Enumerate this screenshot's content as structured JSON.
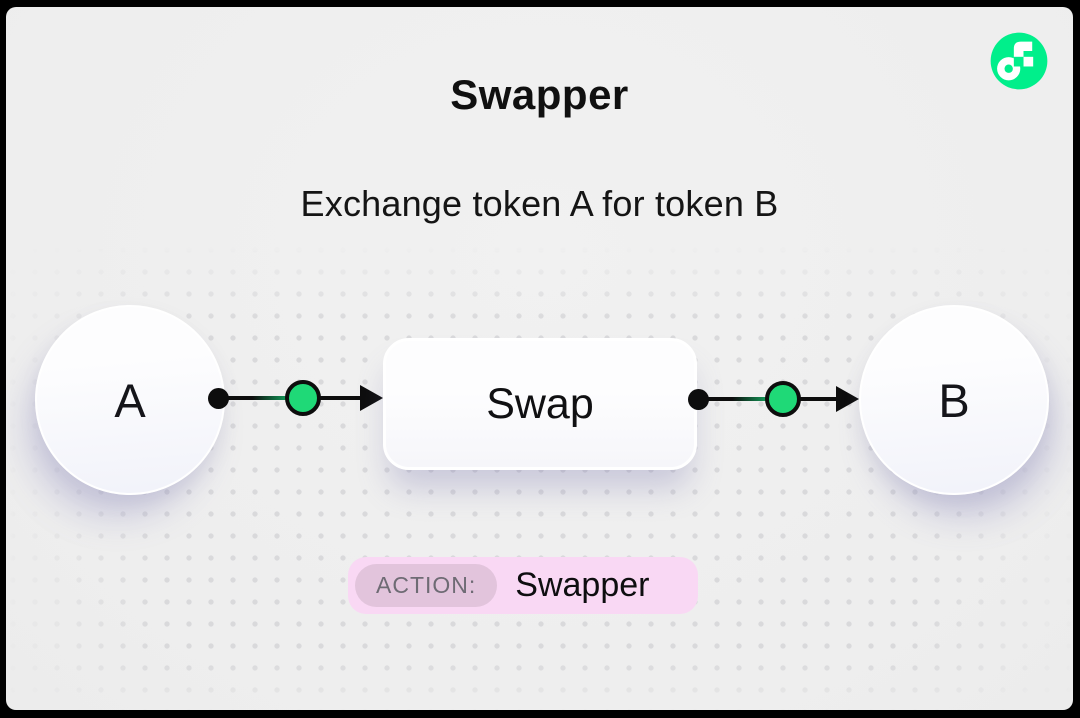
{
  "header": {
    "title": "Swapper",
    "subtitle": "Exchange token A for token B"
  },
  "diagram": {
    "input_node_label": "A",
    "process_node_label": "Swap",
    "output_node_label": "B"
  },
  "action_badge": {
    "label": "ACTION:",
    "value": "Swapper"
  },
  "icons": {
    "logo": "flow-logo"
  },
  "colors": {
    "flow-green": "#00EF8B",
    "node-green": "#1FD977",
    "ink": "#0D0D0D",
    "background": "#EFEFEF",
    "badge-pink": "#F9D8F4",
    "badge-inner-pill": "#E2C4DC",
    "badge-label-text": "#6E6B74",
    "dot-grid": "#D9D9DB"
  }
}
